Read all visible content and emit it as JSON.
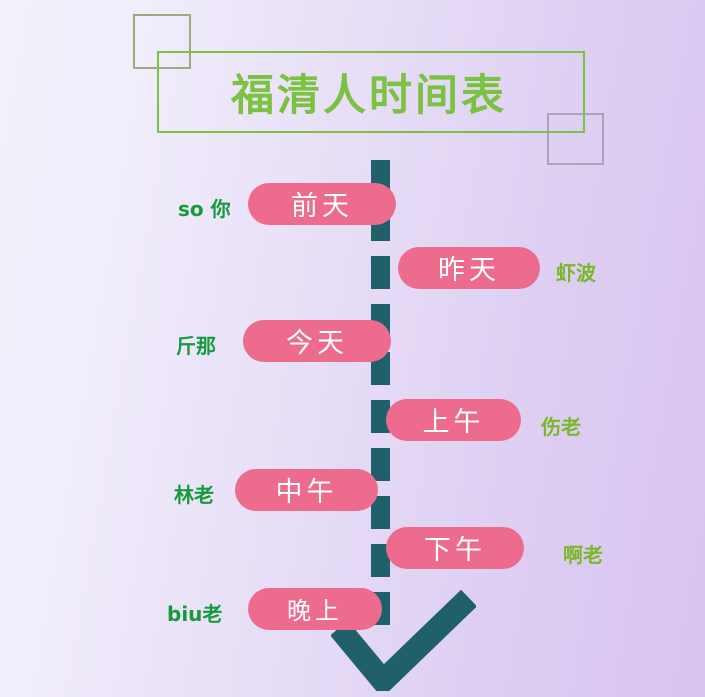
{
  "title": "福清人时间表",
  "colors": {
    "title_green": "#7cc242",
    "left_label_green": "#169b3b",
    "right_label_green": "#7ab82a",
    "pill_pink": "#ed6b8c",
    "spine_teal": "#20606a",
    "bg_light": "#f3f0fb",
    "bg_purple": "#d7c4ef"
  },
  "timeline": {
    "rows": [
      {
        "side": "left",
        "label": "so 你",
        "term": "前天"
      },
      {
        "side": "right",
        "label": "虾波",
        "term": "昨天"
      },
      {
        "side": "left",
        "label": "斤那",
        "term": "今天"
      },
      {
        "side": "right",
        "label": "伤老",
        "term": "上午"
      },
      {
        "side": "left",
        "label": "林老",
        "term": "中午"
      },
      {
        "side": "right",
        "label": "啊老",
        "term": "下午"
      },
      {
        "side": "left",
        "label": "biu老",
        "term": "晚上"
      }
    ]
  }
}
